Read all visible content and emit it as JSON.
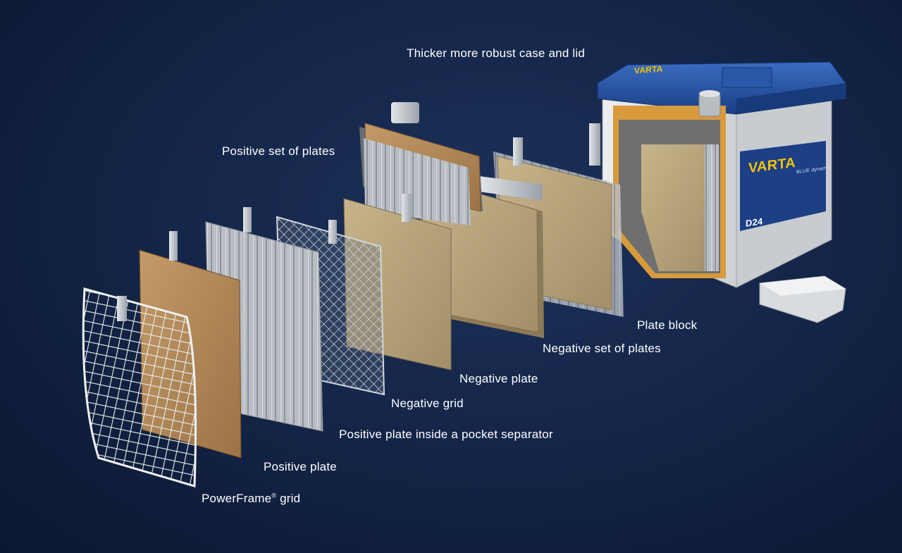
{
  "labels": {
    "case_lid": "Thicker more robust case and lid",
    "positive_set": "Positive set of plates",
    "plate_block": "Plate block",
    "negative_set": "Negative set of plates",
    "negative_plate": "Negative plate",
    "negative_grid": "Negative grid",
    "pocket_separator": "Positive plate inside a pocket separator",
    "positive_plate": "Positive plate",
    "powerframe_grid": "PowerFrame",
    "powerframe_mark": "®",
    "powerframe_suffix": " grid"
  },
  "battery": {
    "brand": "VARTA",
    "model": "D24",
    "line": "BLUE dynamic"
  },
  "colors": {
    "background": "#142649",
    "lead_paste": "#b48a5c",
    "negative_paste": "#b9a57c",
    "lid_blue": "#1f4c9a",
    "case_grey": "#d5d8dc"
  }
}
